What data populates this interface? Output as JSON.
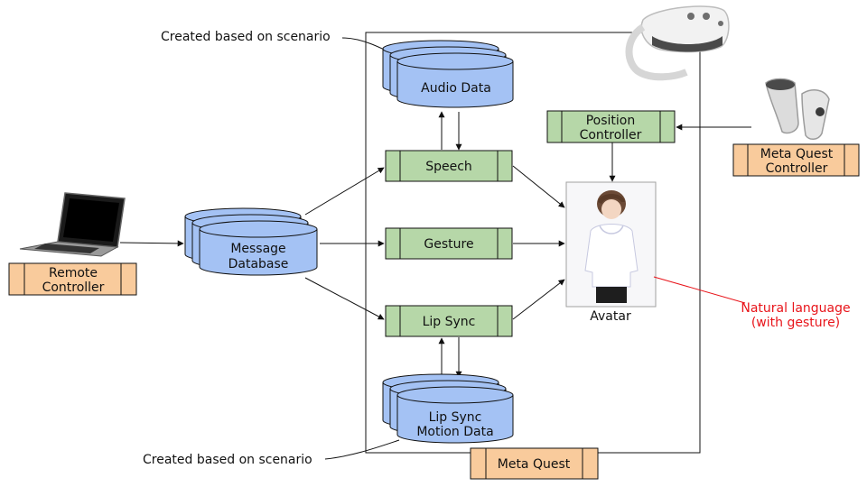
{
  "annotations": {
    "top_note": "Created based on scenario",
    "bottom_note": "Created based on scenario",
    "output_line1": "Natural language",
    "output_line2": "(with gesture)"
  },
  "devices": {
    "remote": {
      "line1": "Remote",
      "line2": "Controller"
    },
    "quest_controller": {
      "line1": "Meta Quest",
      "line2": "Controller"
    },
    "quest": "Meta Quest"
  },
  "databases": {
    "message": {
      "line1": "Message",
      "line2": "Database"
    },
    "audio": "Audio Data",
    "lipsync_motion": {
      "line1": "Lip Sync",
      "line2": "Motion Data"
    }
  },
  "modules": {
    "speech": "Speech",
    "gesture": "Gesture",
    "lipsync": "Lip Sync",
    "position": {
      "line1": "Position",
      "line2": "Controller"
    }
  },
  "avatar_label": "Avatar",
  "colors": {
    "module_fill": "#b6d7a8",
    "module_stroke": "#6aa84f",
    "device_fill": "#f9cb9c",
    "database_fill": "#a4c2f4",
    "annotation_red": "#e8141a"
  }
}
